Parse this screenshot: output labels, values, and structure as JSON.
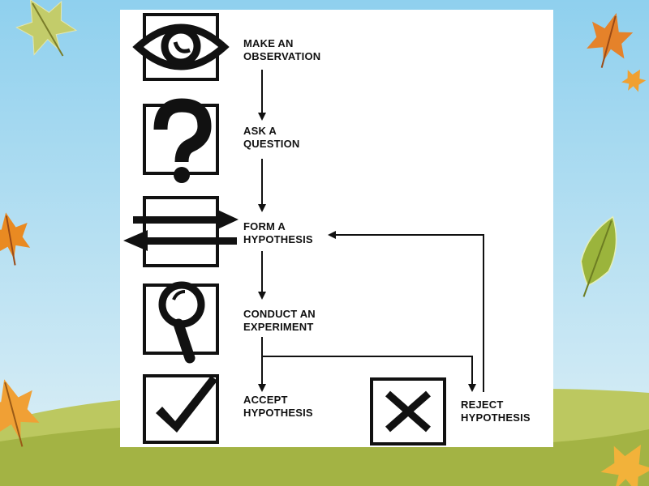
{
  "steps": [
    {
      "line1": "MAKE AN",
      "line2": "OBSERVATION",
      "icon": "eye-icon"
    },
    {
      "line1": "ASK A",
      "line2": "QUESTION",
      "icon": "question-mark-icon"
    },
    {
      "line1": "FORM A",
      "line2": "HYPOTHESIS",
      "icon": "opposing-arrows-icon"
    },
    {
      "line1": "CONDUCT AN",
      "line2": "EXPERIMENT",
      "icon": "magnifying-glass-icon"
    },
    {
      "line1": "ACCEPT",
      "line2": "HYPOTHESIS",
      "icon": "checkmark-icon"
    }
  ],
  "reject": {
    "line1": "REJECT",
    "line2": "HYPOTHESIS",
    "icon": "x-mark-icon"
  },
  "colors": {
    "sky_top": "#8fd0ee",
    "sky_bottom": "#d9eef5",
    "grass": "#a9b84a",
    "grass_dark": "#8fa03a",
    "ink": "#111111",
    "leaf_orange": "#e98a22",
    "leaf_green": "#9bb43c"
  }
}
